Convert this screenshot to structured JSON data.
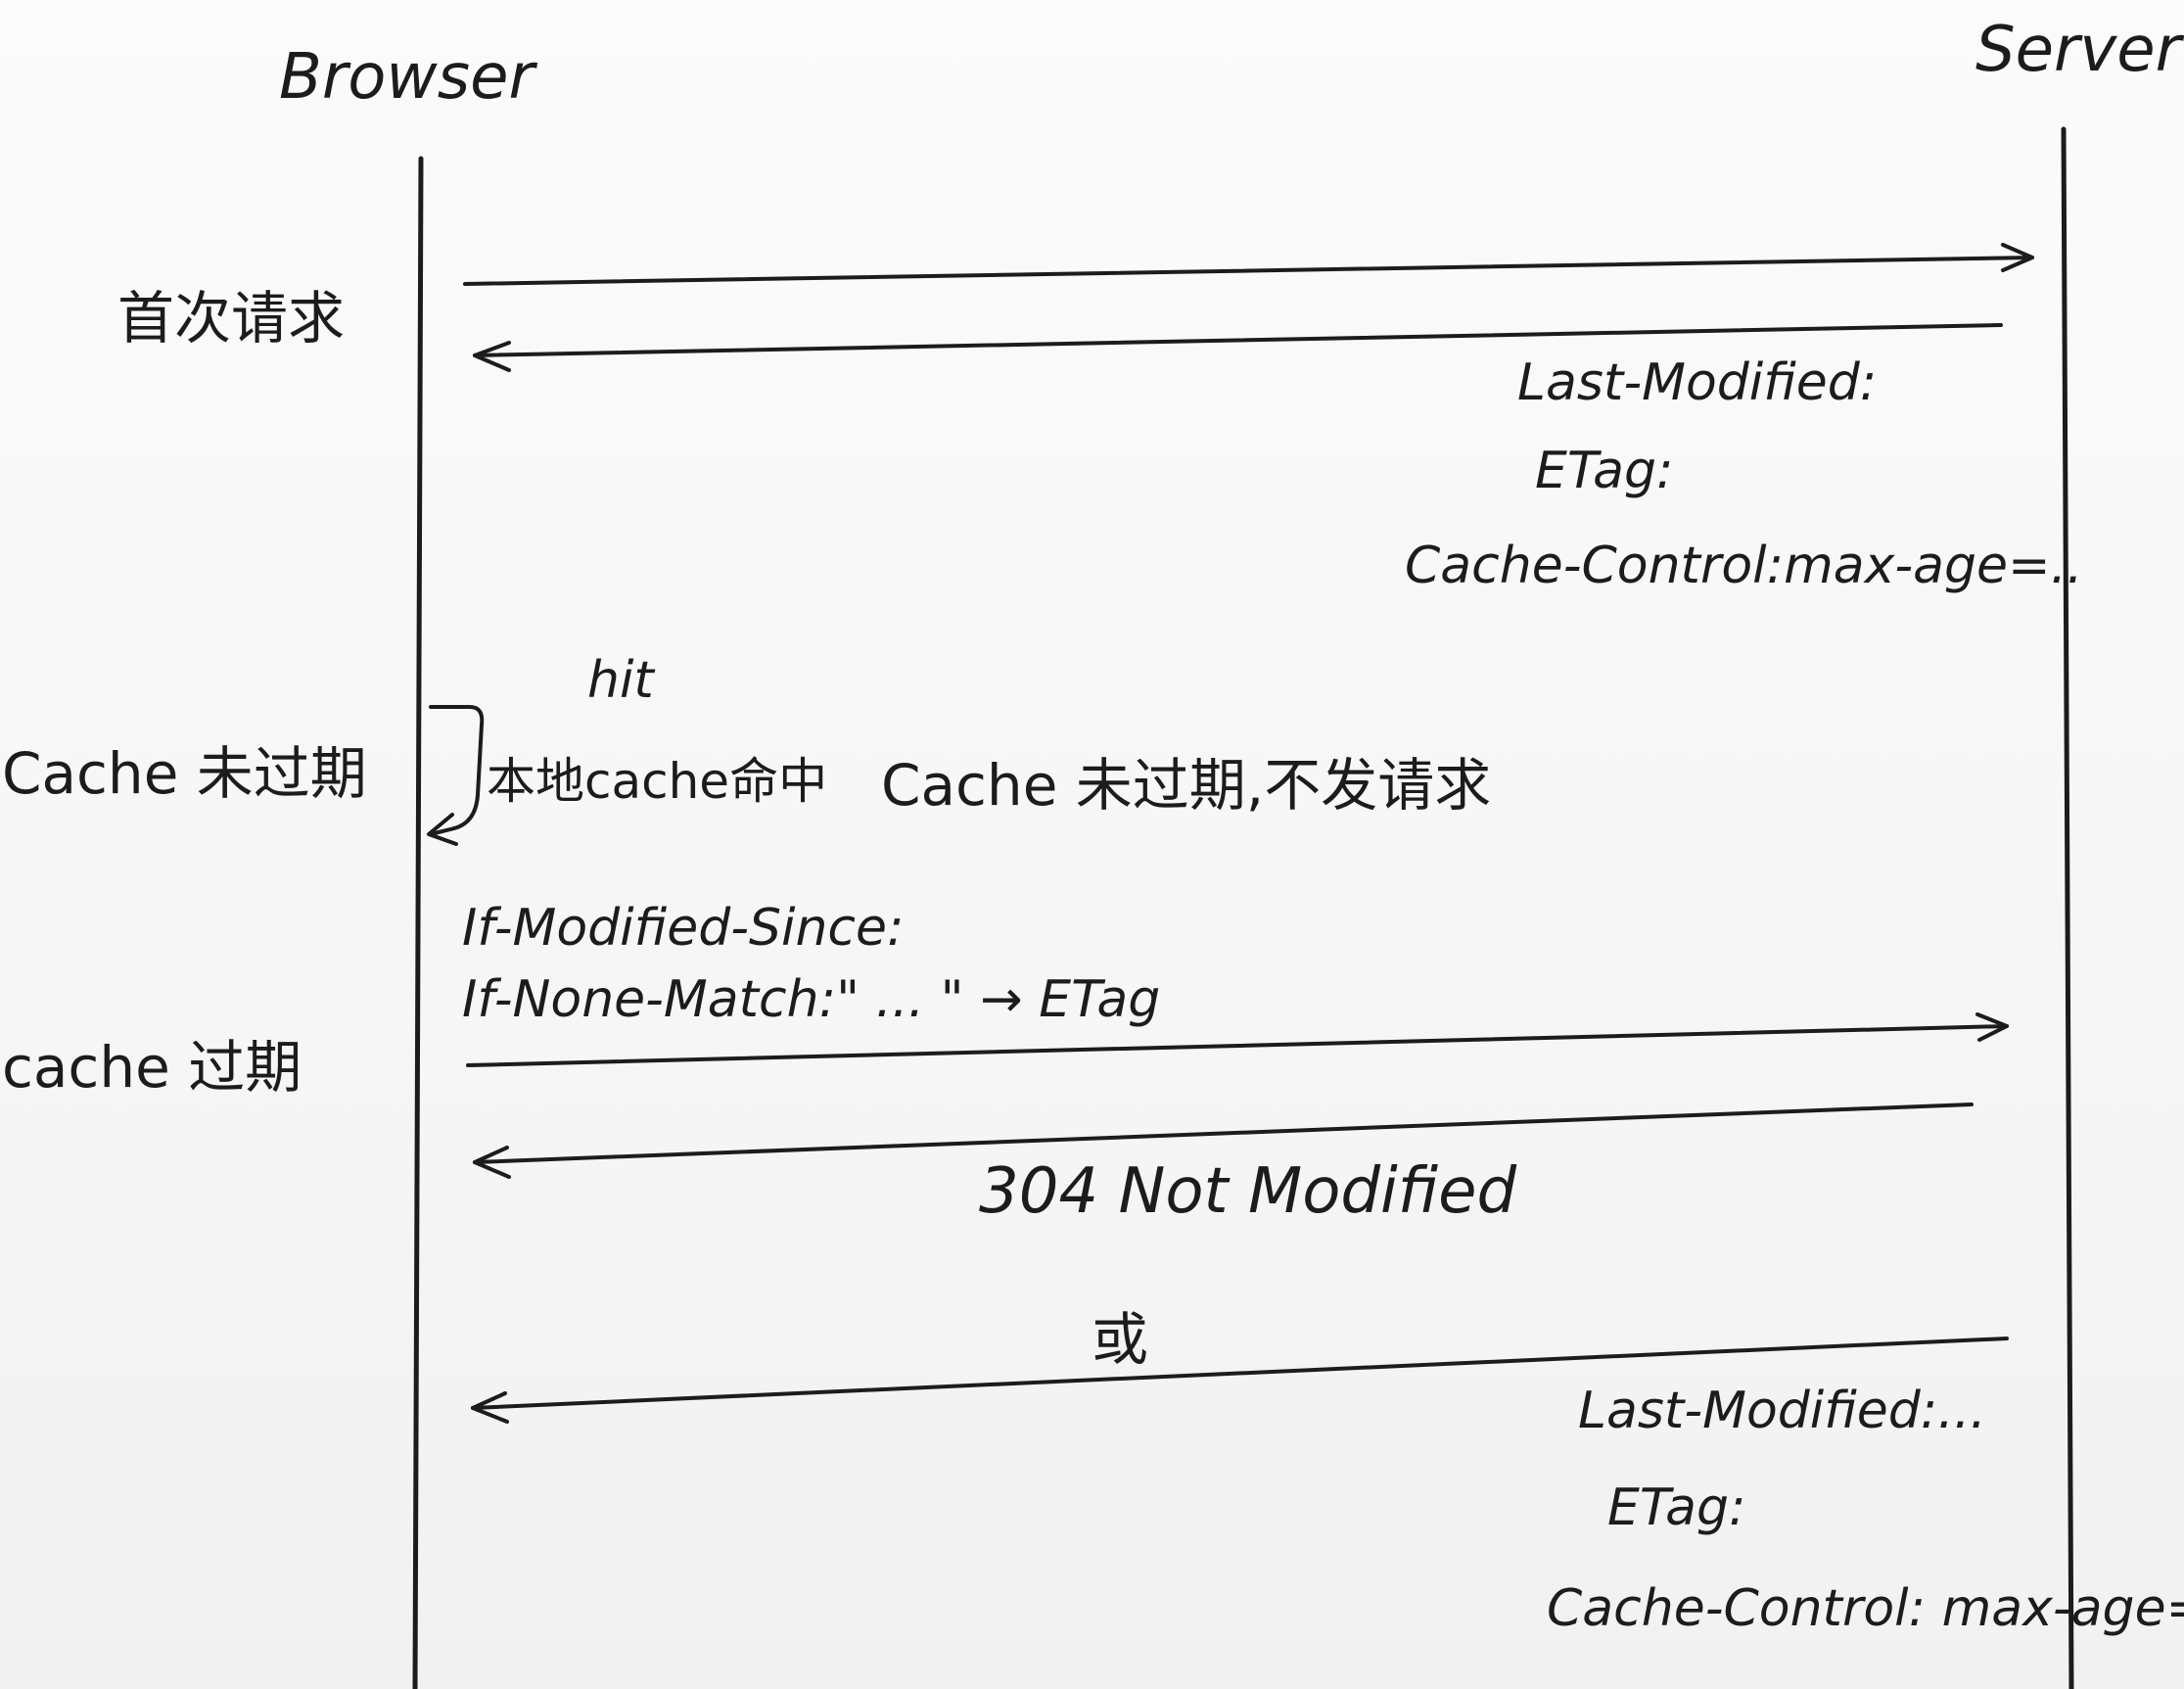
{
  "diagram": {
    "actors": {
      "browser": "Browser",
      "server": "Server"
    },
    "sections": {
      "first_request": "首次请求",
      "cache_not_expired": "Cache 未过期",
      "cache_expired": "cache 过期"
    },
    "first_response_headers": [
      "Last-Modified:",
      "ETag:",
      "Cache-Control:max-age=.."
    ],
    "hit_label": "hit",
    "local_cache_hit": "本地cache命中",
    "no_request_note": "Cache 未过期,不发请求",
    "conditional_request_headers": [
      "If-Modified-Since:",
      "If-None-Match:\" ... \" → ETag"
    ],
    "not_modified": "304 Not Modified",
    "or_label": "或",
    "second_response_headers": [
      "Last-Modified:...",
      "ETag:",
      "Cache-Control: max-age=.."
    ]
  }
}
